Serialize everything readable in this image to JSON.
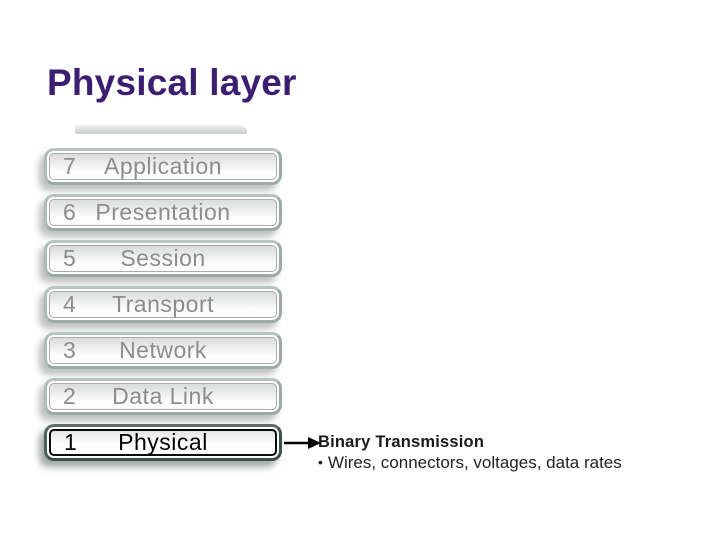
{
  "title": "Physical layer",
  "stack": {
    "layers": [
      {
        "number": "7",
        "label": "Application"
      },
      {
        "number": "6",
        "label": "Presentation"
      },
      {
        "number": "5",
        "label": "Session"
      },
      {
        "number": "4",
        "label": "Transport"
      },
      {
        "number": "3",
        "label": "Network"
      },
      {
        "number": "2",
        "label": "Data Link"
      },
      {
        "number": "1",
        "label": "Physical"
      }
    ]
  },
  "annotation": {
    "title": "Binary Transmission",
    "bullet": "•",
    "detail": "Wires, connectors, voltages, data rates"
  },
  "colors": {
    "title_color": "#3B1D72",
    "box_border_color": "#9AABA6",
    "box_border_highlight_color": "#3D4F4B",
    "layer_text_color": "#8C8C8C",
    "highlight_text_color": "#000000",
    "annotation_text_color": "#1A1A1A"
  }
}
